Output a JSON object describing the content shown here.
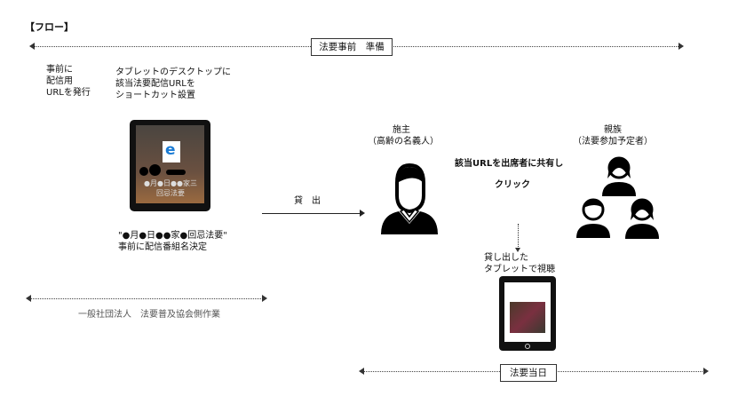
{
  "title": "【フロー】",
  "phase_pre": "法要事前　準備",
  "phase_day": "法要当日",
  "step_issue_url": "事前に\n配信用\nURLを発行",
  "step_shortcut": "タブレットのデスクトップに\n該当法要配信URLを\nショートカット設置",
  "tablet_icon_label": "●月●日●●家三\n回忌法要",
  "program_name": "\"●月●日●●家●回忌法要\"\n事前に配信番組名決定",
  "lend_label": "貸　出",
  "host_label": "施主\n（高齢の名義人）",
  "share_label": "該当URLを出席者に共有し",
  "click_label": "クリック",
  "relatives_label": "親族\n（法要参加予定者）",
  "watch_label": "貸し出した\nタブレットで視聴",
  "association_label": "一般社団法人　法要普及協会側作業"
}
